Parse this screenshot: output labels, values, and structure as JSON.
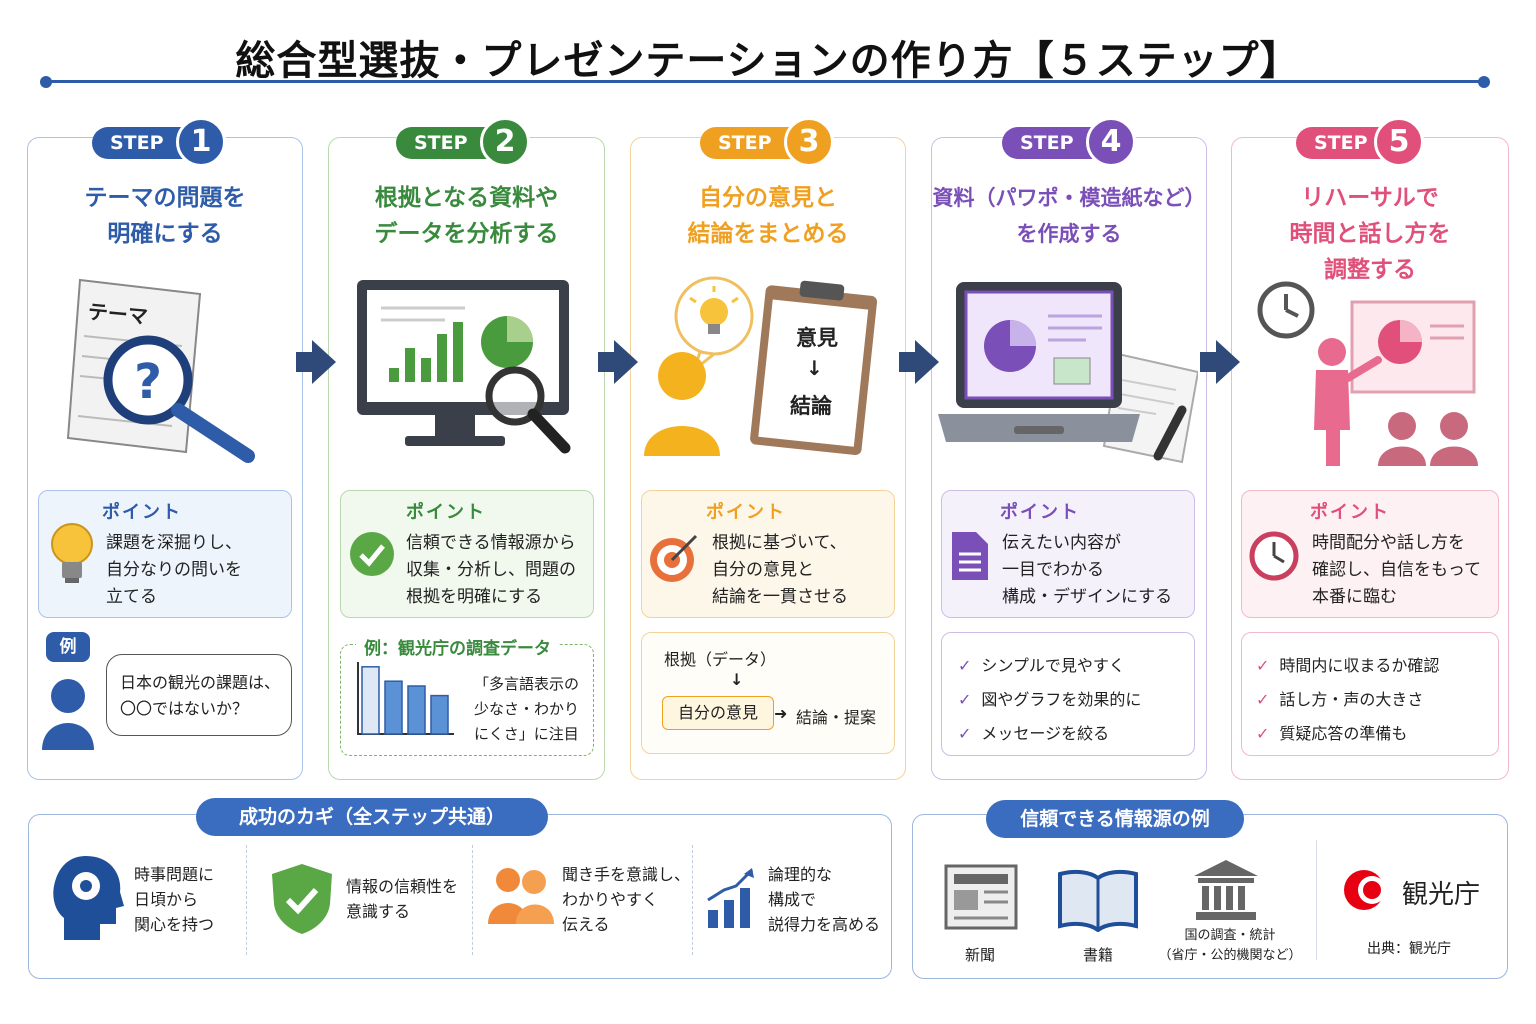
{
  "title": "総合型選抜・プレゼンテーションの作り方【５ステップ】",
  "step_label": "STEP",
  "point_label": "ポイント",
  "steps": [
    {
      "num": "1",
      "title": "テーマの問題を\n明確にする",
      "point": "課題を深掘りし、\n自分なりの問いを\n立てる",
      "color": "#2e5ca8",
      "light": "#eef4fc"
    },
    {
      "num": "2",
      "title": "根拠となる資料や\nデータを分析する",
      "point": "信頼できる情報源から\n収集・分析し、問題の\n根拠を明確にする",
      "color": "#3a8a3e",
      "light": "#f1f8ee"
    },
    {
      "num": "3",
      "title": "自分の意見と\n結論をまとめる",
      "point": "根拠に基づいて、\n自分の意見と\n結論を一貫させる",
      "color": "#f0a020",
      "light": "#fdf7ea"
    },
    {
      "num": "4",
      "title": "資料（パワポ・模造紙など）\nを作成する",
      "point": "伝えたい内容が\n一目でわかる\n構成・デザインにする",
      "color": "#7a4fb8",
      "light": "#f5f1fb"
    },
    {
      "num": "5",
      "title": "リハーサルで\n時間と話し方を\n調整する",
      "point": "時間配分や話し方を\n確認し、自信をもって\n本番に臨む",
      "color": "#e0507a",
      "light": "#fdf1f4"
    }
  ],
  "step1": {
    "paper_label": "テーマ",
    "example_tag": "例",
    "example_text": "日本の観光の課題は、\n〇〇ではないか？"
  },
  "step2": {
    "example_title": "例：観光庁の調査データ",
    "example_text": "「多言語表示の\n少なさ・わかり\nにくさ」に注目",
    "bars": [
      70,
      55,
      50,
      40
    ]
  },
  "step3": {
    "clip_top": "意見",
    "clip_arrow": "↓",
    "clip_bottom": "結論",
    "flow_top": "根拠（データ）",
    "flow_arrow": "↓",
    "flow_box": "自分の意見",
    "flow_right": "結論・提案"
  },
  "step4": {
    "checks": [
      "シンプルで見やすく",
      "図やグラフを効果的に",
      "メッセージを絞る"
    ]
  },
  "step5": {
    "checks": [
      "時間内に収まるか確認",
      "話し方・声の大きさ",
      "質疑応答の準備も"
    ]
  },
  "keys": {
    "title": "成功のカギ（全ステップ共通）",
    "items": [
      "時事問題に\n日頃から\n関心を持つ",
      "情報の信頼性を\n意識する",
      "聞き手を意識し、\nわかりやすく\n伝える",
      "論理的な\n構成で\n説得力を高める"
    ]
  },
  "sources": {
    "title": "信頼できる情報源の例",
    "items": [
      "新聞",
      "書籍",
      "国の調査・統計\n（省庁・公的機関など）"
    ],
    "logo_text": "観光庁",
    "credit": "出典：観光庁"
  }
}
